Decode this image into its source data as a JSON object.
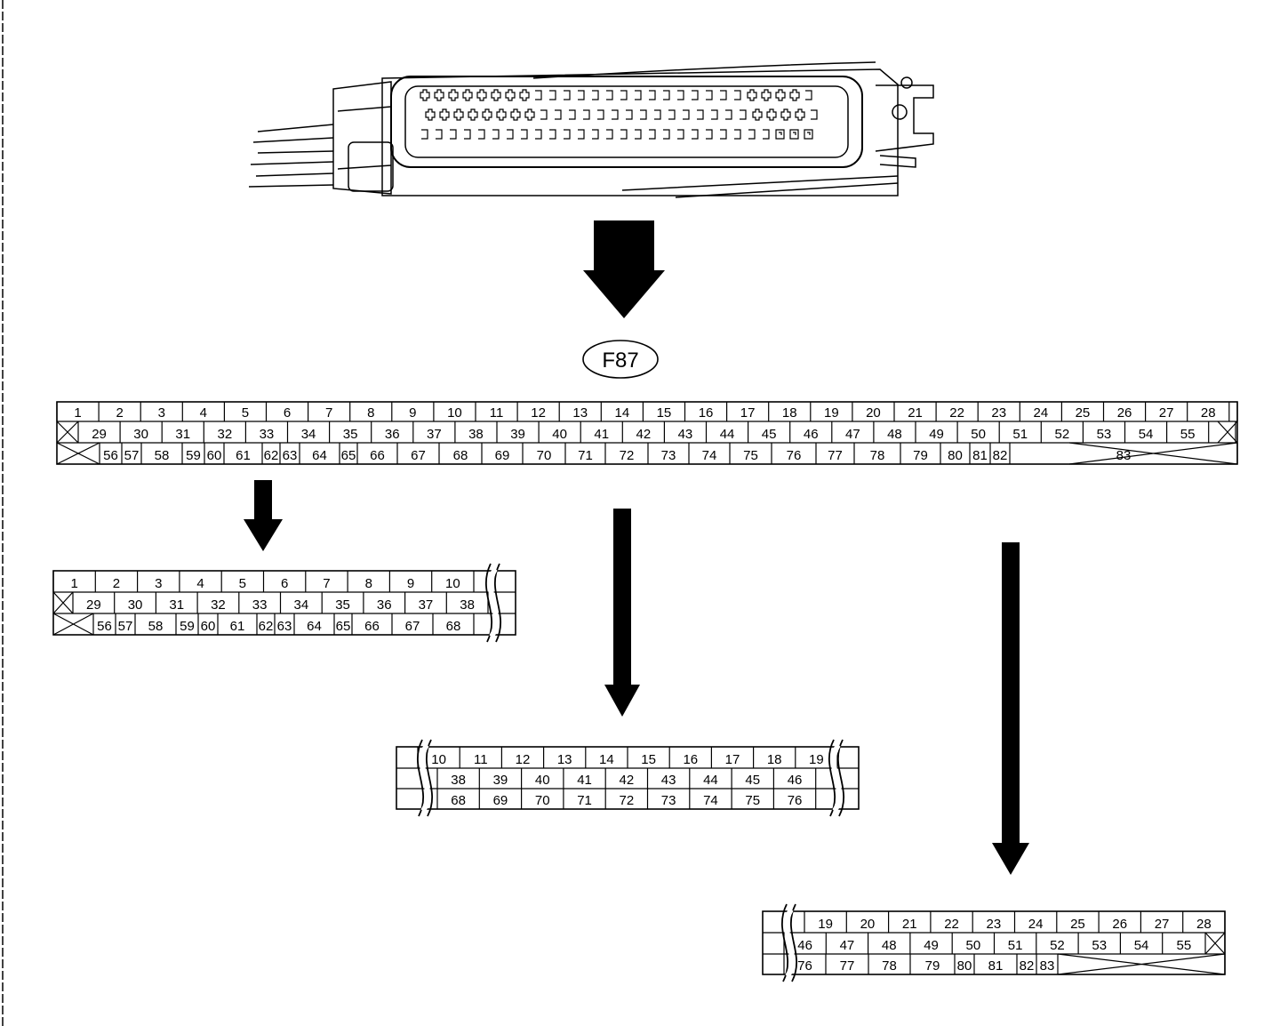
{
  "connector_label": "F87",
  "full_view": {
    "rows": [
      [
        "1",
        "2",
        "3",
        "4",
        "5",
        "6",
        "7",
        "8",
        "9",
        "10",
        "11",
        "12",
        "13",
        "14",
        "15",
        "16",
        "17",
        "18",
        "19",
        "20",
        "21",
        "22",
        "23",
        "24",
        "25",
        "26",
        "27",
        "28"
      ],
      [
        "29",
        "30",
        "31",
        "32",
        "33",
        "34",
        "35",
        "36",
        "37",
        "38",
        "39",
        "40",
        "41",
        "42",
        "43",
        "44",
        "45",
        "46",
        "47",
        "48",
        "49",
        "50",
        "51",
        "52",
        "53",
        "54",
        "55"
      ],
      [
        "56",
        "57",
        "58",
        "59",
        "60",
        "61",
        "62",
        "63",
        "64",
        "65",
        "66",
        "67",
        "68",
        "69",
        "70",
        "71",
        "72",
        "73",
        "74",
        "75",
        "76",
        "77",
        "78",
        "79",
        "80",
        "81",
        "82",
        "83"
      ]
    ]
  },
  "detail_left": {
    "rows": [
      [
        "1",
        "2",
        "3",
        "4",
        "5",
        "6",
        "7",
        "8",
        "9",
        "10"
      ],
      [
        "29",
        "30",
        "31",
        "32",
        "33",
        "34",
        "35",
        "36",
        "37",
        "38"
      ],
      [
        "56",
        "57",
        "58",
        "59",
        "60",
        "61",
        "62",
        "63",
        "64",
        "65",
        "66",
        "67",
        "68"
      ]
    ]
  },
  "detail_middle": {
    "rows": [
      [
        "10",
        "11",
        "12",
        "13",
        "14",
        "15",
        "16",
        "17",
        "18",
        "19"
      ],
      [
        "38",
        "39",
        "40",
        "41",
        "42",
        "43",
        "44",
        "45",
        "46"
      ],
      [
        "68",
        "69",
        "70",
        "71",
        "72",
        "73",
        "74",
        "75",
        "76"
      ]
    ]
  },
  "detail_right": {
    "rows": [
      [
        "19",
        "20",
        "21",
        "22",
        "23",
        "24",
        "25",
        "26",
        "27",
        "28"
      ],
      [
        "46",
        "47",
        "48",
        "49",
        "50",
        "51",
        "52",
        "53",
        "54",
        "55"
      ],
      [
        "76",
        "77",
        "78",
        "79",
        "80",
        "81",
        "82",
        "83"
      ]
    ]
  }
}
